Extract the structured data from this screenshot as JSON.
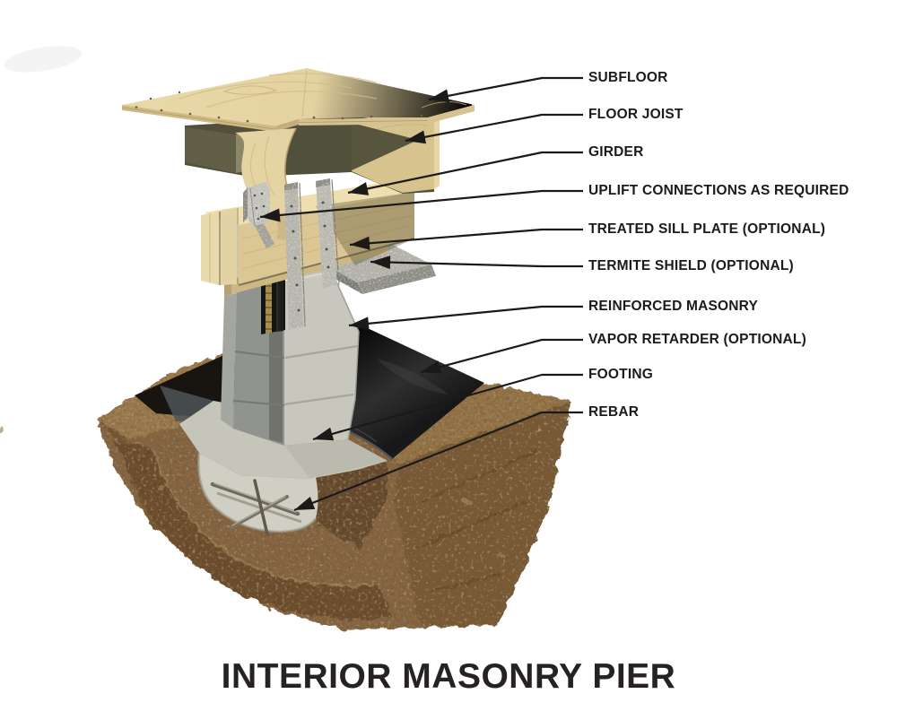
{
  "title": {
    "text": "INTERIOR MASONRY PIER"
  },
  "diagram": {
    "type": "construction-cutaway-detail",
    "labels": [
      {
        "text": "SUBFLOOR"
      },
      {
        "text": "FLOOR JOIST"
      },
      {
        "text": "GIRDER"
      },
      {
        "text": "UPLIFT CONNECTIONS AS REQUIRED"
      },
      {
        "text": "TREATED SILL PLATE (OPTIONAL)"
      },
      {
        "text": "TERMITE SHIELD (OPTIONAL)"
      },
      {
        "text": "REINFORCED MASONRY"
      },
      {
        "text": "VAPOR RETARDER (OPTIONAL)"
      },
      {
        "text": "FOOTING"
      },
      {
        "text": "REBAR"
      }
    ],
    "palette": {
      "background": "#ffffff",
      "wood_light": "#e7d7a6",
      "wood_mid": "#dbc794",
      "wood_shadow": "#57553e",
      "galvanized": "#b5b5ad",
      "concrete_light": "#c7c7bd",
      "concrete_shadow": "#90938e",
      "vapor_black": "#1a1a1a",
      "footing": "#cecec4",
      "soil": "#8b6844",
      "soil_dark": "#6b4a2a",
      "leader_line": "#1c1a18",
      "text": "#1d1a19"
    }
  }
}
